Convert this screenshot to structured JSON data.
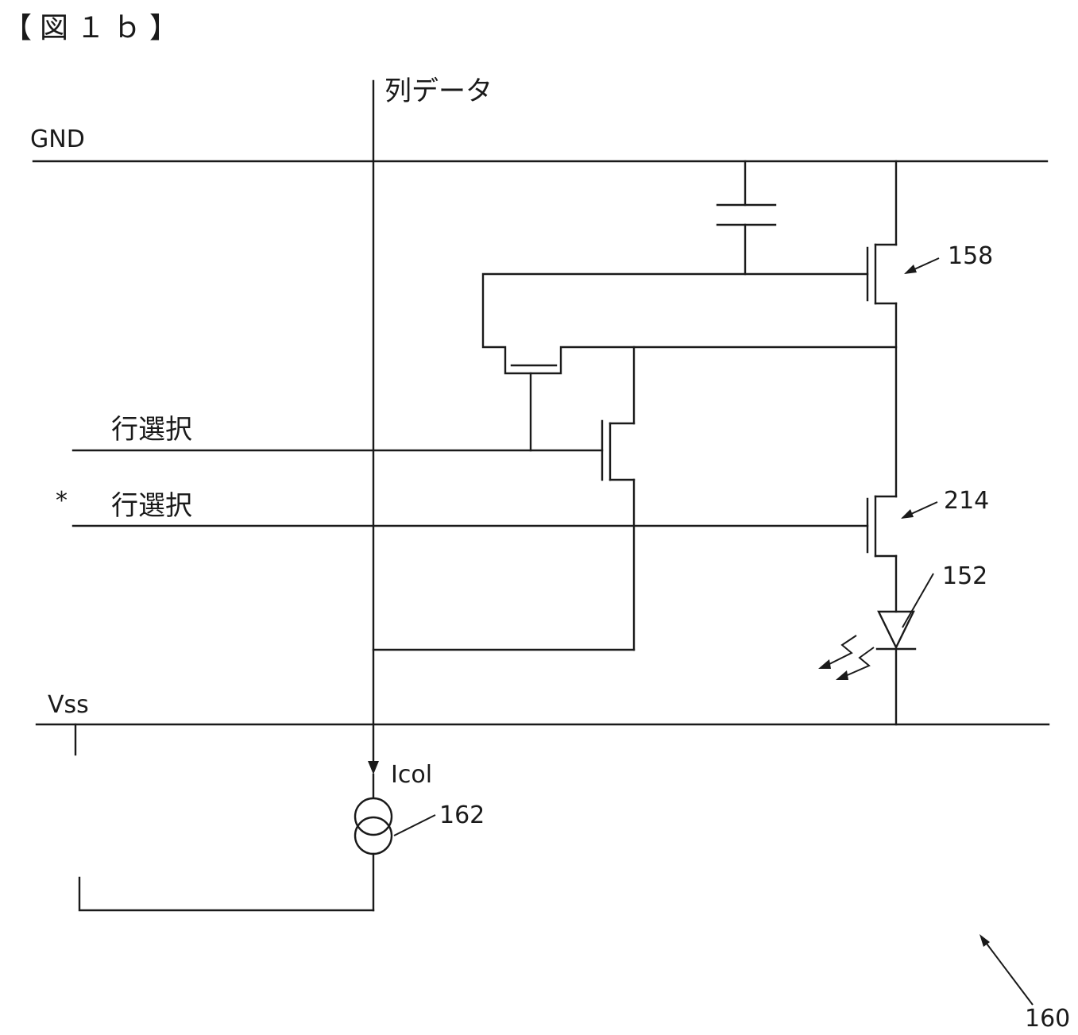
{
  "figure_label": "【図１ｂ】",
  "labels": {
    "column_data": "列データ",
    "gnd": "GND",
    "row_select": "行選択",
    "row_select_bar_mark": "*",
    "row_select_bar": "行選択",
    "vss": "Vss",
    "icol": "Icol"
  },
  "references": {
    "drive_transistor": "158",
    "switch_transistor": "214",
    "led": "152",
    "current_source": "162",
    "pixel_circuit": "160"
  },
  "colors": {
    "ink": "#1a1a1a",
    "background": "#ffffff"
  }
}
